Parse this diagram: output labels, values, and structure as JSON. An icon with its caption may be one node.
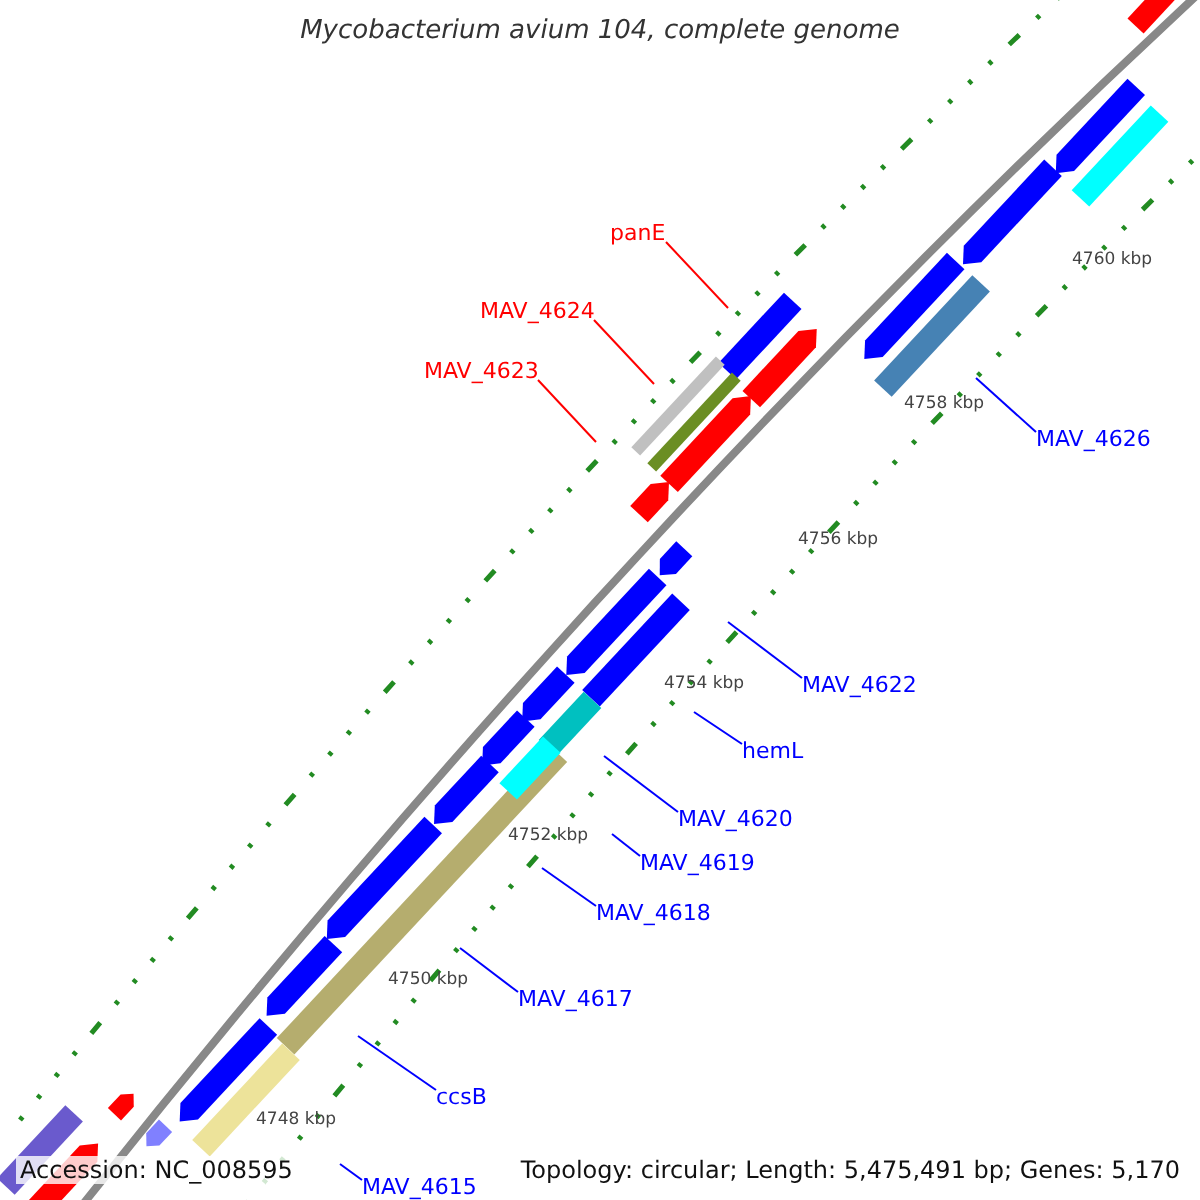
{
  "diagram": {
    "title": "Mycobacterium avium 104, complete genome",
    "nodes": [
      {
        "text": [
          "panE"
        ]
      },
      {
        "text": [
          "MAV_4624"
        ]
      },
      {
        "text": [
          "MAV_4623"
        ]
      },
      {
        "text": [
          "MAV_4626"
        ]
      },
      {
        "text": [
          "MAV_4622"
        ]
      },
      {
        "text": [
          "hemL"
        ]
      },
      {
        "text": [
          "MAV_4620"
        ]
      },
      {
        "text": [
          "MAV_4619"
        ]
      },
      {
        "text": [
          "MAV_4618"
        ]
      },
      {
        "text": [
          "MAV_4617"
        ]
      },
      {
        "text": [
          "ccsB"
        ]
      },
      {
        "text": [
          "MAV_4615"
        ]
      }
    ],
    "edges": [
      {
        "from": 0,
        "to": null,
        "arrow": "none",
        "color": "#ff0000"
      },
      {
        "from": 1,
        "to": null,
        "arrow": "none",
        "color": "#ff0000"
      },
      {
        "from": 2,
        "to": null,
        "arrow": "none",
        "color": "#ff0000"
      },
      {
        "from": 3,
        "to": null,
        "arrow": "none"
      },
      {
        "from": 4,
        "to": null,
        "arrow": "none"
      },
      {
        "from": 5,
        "to": null,
        "arrow": "none"
      },
      {
        "from": 6,
        "to": null,
        "arrow": "none"
      },
      {
        "from": 7,
        "to": null,
        "arrow": "none"
      },
      {
        "from": 8,
        "to": null,
        "arrow": "none"
      },
      {
        "from": 9,
        "to": null,
        "arrow": "none"
      },
      {
        "from": 10,
        "to": null,
        "arrow": "none"
      },
      {
        "from": 11,
        "to": null,
        "arrow": "none"
      }
    ],
    "labels": [
      "4760 kbp",
      "4758 kbp",
      "4756 kbp",
      "4754 kbp",
      "4752 kbp",
      "4750 kbp",
      "4748 kbp",
      "Accession: NC_008595",
      "Topology: circular; Length: 5,475,491 bp; Genes: 5,170"
    ]
  }
}
